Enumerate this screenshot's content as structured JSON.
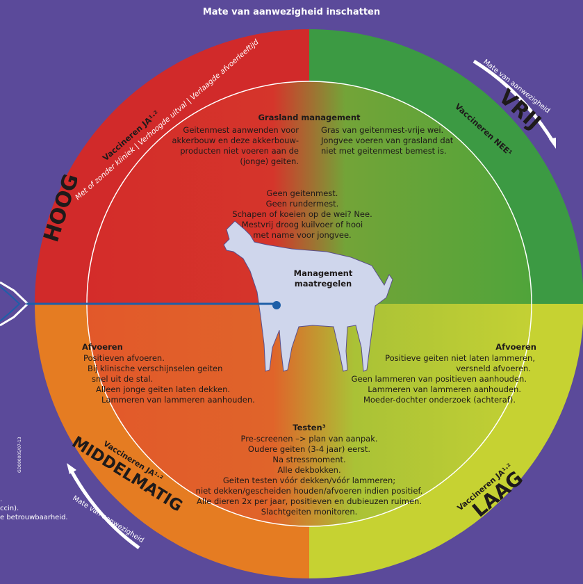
{
  "header": "Mate van aanwezigheid inschatten",
  "center_label": [
    "Management",
    "maatregelen"
  ],
  "zones": {
    "hoog": {
      "name": "HOOG",
      "subtitle": "Met of zonder kliniek | Verhoogde uitval | Verlaagde afvoerleeftijd",
      "vaccinate": "Vaccineren JA¹·²",
      "color": "#d12a2a"
    },
    "vrij": {
      "name": "VRIJ",
      "vaccinate": "Vaccineren NEE¹",
      "color": "#3c9a43"
    },
    "middelmatig": {
      "name": "MIDDELMATIG",
      "vaccinate": "Vaccineren JA¹·²",
      "color": "#e57c22"
    },
    "laag": {
      "name": "LAAG",
      "vaccinate": "Vaccineren JA¹·²",
      "color": "#c6d232"
    }
  },
  "arrow_labels": {
    "top_right": "Mate van aanwezigheid",
    "bottom_left": "Mate van aanwezigheid"
  },
  "grasland": {
    "title": "Grasland management",
    "left": [
      "Geitenmest aanwenden voor",
      "akkerbouw en deze akkerbouw-",
      "producten niet voeren aan de",
      "(jonge) geiten."
    ],
    "right": [
      "Gras van geitenmest-vrije wei.",
      "Jongvee voeren van grasland dat",
      "niet met geitenmest bemest is."
    ]
  },
  "center_text": [
    "Geen geitenmest.",
    "Geen rundermest.",
    "Schapen of koeien op de wei? Nee.",
    "Mestvrij droog kuilvoer of hooi",
    "met name voor jongvee."
  ],
  "afvoeren_left": {
    "title": "Afvoeren",
    "lines": [
      "Positieven afvoeren.",
      "Bij klinische verschijnselen geiten",
      "snel uit de stal.",
      "Alleen jonge geiten laten dekken.",
      "Lammeren van lammeren aanhouden."
    ]
  },
  "afvoeren_right": {
    "title": "Afvoeren",
    "lines": [
      "Positieve geiten niet laten lammeren,",
      "versneld afvoeren.",
      "Geen lammeren van positieven aanhouden.",
      "Lammeren van lammeren aanhouden.",
      "Moeder-dochter onderzoek (achteraf)."
    ]
  },
  "testen": {
    "title": "Testen³",
    "lines": [
      "Pre-screenen –> plan van aanpak.",
      "Oudere geiten (3-4 jaar) eerst.",
      "Na stressmoment.",
      "Alle dekbokken.",
      "Geiten testen vóór dekken/vóór lammeren;",
      "niet dekken/gescheiden houden/afvoeren indien positief.",
      "Alle dieren 2x per jaar, positieven en dubieuzen ruimen.",
      "Slachtgeiten monitoren."
    ]
  },
  "left_edge_text": [
    ".",
    "ccin).",
    "e betrouwbaarheid."
  ],
  "code": "GD000005/07-13"
}
